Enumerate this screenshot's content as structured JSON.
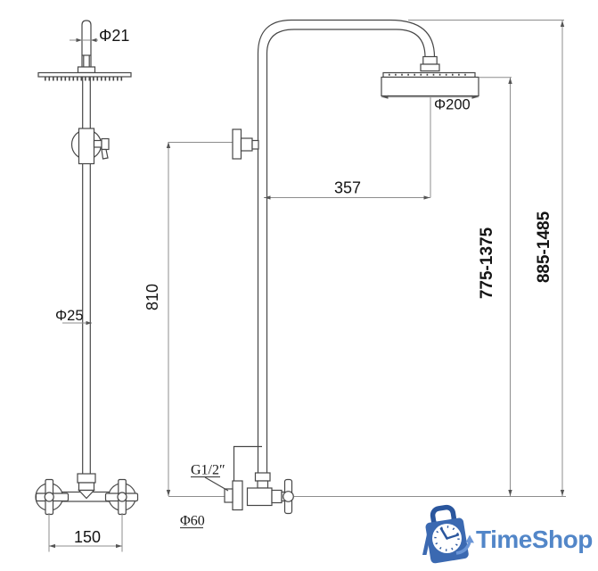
{
  "colors": {
    "drawing_line": "#474747",
    "dimension_line": "#8d8d8d",
    "dimension_text": "#141414",
    "logo_bag_blue": "#3b69b1",
    "logo_handle_blue": "#2a569d",
    "logo_swoosh_blue": "#6a95d6",
    "logo_text_blue": "#5286c8",
    "background": "#ffffff"
  },
  "front_view": {
    "top_pipe_diameter": "Φ21",
    "column_diameter": "Φ25",
    "handle_spacing": "150"
  },
  "side_view": {
    "shower_head_diameter": "Φ200",
    "arm_projection": "357",
    "column_length": "810",
    "height_to_head_range": "775-1375",
    "overall_height_range": "885-1485",
    "connection_thread": "G1/2″",
    "escutcheon_diameter": "Φ60"
  },
  "logo": {
    "brand": "TimeShop"
  }
}
